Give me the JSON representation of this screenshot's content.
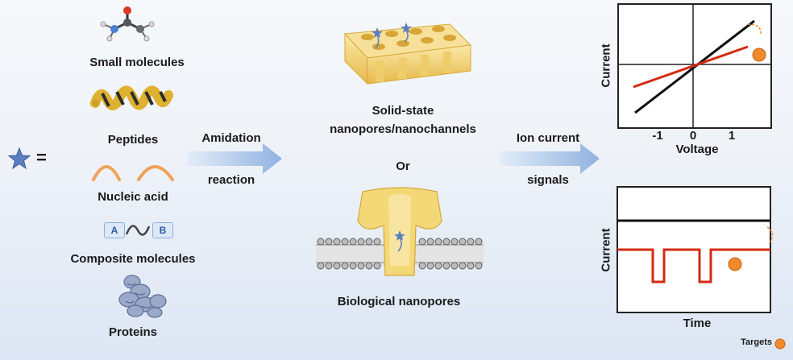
{
  "legend": {
    "equals": "="
  },
  "molecules": [
    {
      "label": "Small molecules",
      "icon": "small-molecule-icon"
    },
    {
      "label": "Peptides",
      "icon": "peptide-helix-icon"
    },
    {
      "label": "Nucleic acid",
      "icon": "nucleic-acid-wave-icon"
    },
    {
      "label": "Composite molecules",
      "icon": "composite-molecule-icon",
      "tag_a": "A",
      "tag_b": "B"
    },
    {
      "label": "Proteins",
      "icon": "protein-icon"
    }
  ],
  "arrow1": {
    "top": "Amidation",
    "bottom": "reaction"
  },
  "nanopores": {
    "solid_state_1": "Solid-state",
    "solid_state_2": "nanopores/nanochannels",
    "or": "Or",
    "biological": "Biological nanopores"
  },
  "arrow2": {
    "top": "Ion current",
    "bottom": "signals"
  },
  "iv_plot": {
    "ylabel": "Current",
    "xlabel": "Voltage",
    "xticks": [
      "-1",
      "0",
      "1"
    ]
  },
  "trace_plot": {
    "ylabel": "Current",
    "xlabel": "Time"
  },
  "targets_label": "Targets",
  "colors": {
    "arrow": "#a9c3e6",
    "baseline": "#111111",
    "signal": "#d42a12",
    "target": "#f08a2b",
    "pore": "#f3d77e",
    "helix_yellow": "#f2c94c",
    "nucleic": "#f0a25a"
  }
}
